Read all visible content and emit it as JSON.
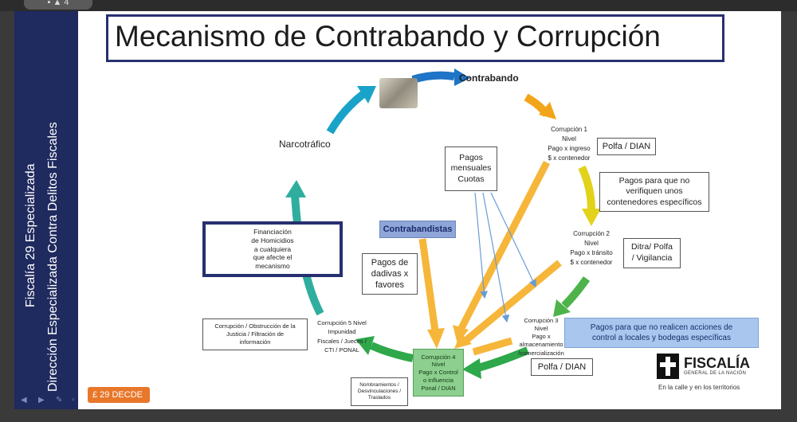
{
  "topbar": {
    "badge": "▪ ▲ 4"
  },
  "sidebar": {
    "line1": "Fiscalía 29 Especializada",
    "line2": "Dirección Especializada Contra Delitos Fiscales"
  },
  "title": "Mecanismo de Contrabando y Corrupción",
  "nodes": {
    "contrabando": "Contrabando",
    "narcotrafico": "Narcotráfico",
    "corrupcion1": "Corrupción 1\nNivel\nPago x ingreso\n$ x contenedor",
    "corrupcion2": "Corrupción 2\nNivel\nPago x tránsito\n$ x contenedor",
    "corrupcion3": "Corrupción 3\nNivel\nPago x\nalmacenamiento\n/comercialización",
    "corrupcion4": "Corrupción 4\nNivel\nPago x Control\no influencia\nPonal / DIAN",
    "corrupcion5": "Corrupción 5 Nivel\nImpunidad\nFiscales / Jueces /\nCTI / PONAL"
  },
  "boxes": {
    "polfa_dian_1": "Polfa / DIAN",
    "pagos_no_verifiquen": "Pagos para que no\nverifiquen unos\ncontenedores específicos",
    "ditra": "Ditra/ Polfa\n/ Vigilancia",
    "pagos_locales": "Pagos para que no realicen acciones de\ncontrol a locales y bodegas específicas",
    "polfa_dian_2": "Polfa / DIAN",
    "pagos_mensuales": "Pagos\nmensuales\nCuotas",
    "contrabandistas": "Contrabandistas",
    "pagos_dadivas": "Pagos de\ndadivas x\nfavores",
    "financiacion": "Financiación\nde Homicidios\na cualquiera\nque afecte el\nmecanismo",
    "obstruccion": "Corrupción / Obstrucción de la\nJusticia / Filtración de\ninformación",
    "nombramientos": "Nombramientos /\nDesvinculaciones /\nTraslados"
  },
  "logo": {
    "name": "FISCALÍA",
    "subtitle": "GENERAL DE LA NACIÓN",
    "tagline": "En la calle y en los territorios"
  },
  "footer": {
    "badge": "£ 29 DECDE"
  },
  "colors": {
    "sidebar": "#1f2a5e",
    "title_border": "#27306f",
    "cycle_blue": "#1e74c6",
    "cycle_cyan": "#1aa3c8",
    "cycle_teal": "#2fae9f",
    "cycle_orange": "#f2a51a",
    "cycle_yellow": "#e2d21c",
    "cycle_green": "#4db34a",
    "payment_orange": "#f6b63a"
  }
}
